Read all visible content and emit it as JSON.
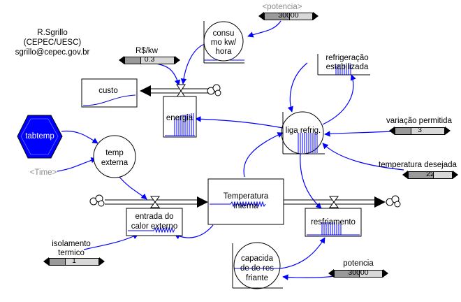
{
  "author": {
    "name": "R.Sgrillo",
    "org": "(CEPEC/UESC)",
    "email": "sgrillo@cepec.gov.br"
  },
  "stocks": {
    "custo": "custo",
    "energia": "energia",
    "temperatura_line1": "Temperatura",
    "temperatura_line2": "interna",
    "refrigeracao_line1": "refrigeração",
    "refrigeracao_line2": "estabilizada",
    "liga_refrig": "liga refrig.",
    "entrada_line1": "entrada do",
    "entrada_line2": "calor externo",
    "resfriamento": "resfriamento"
  },
  "auxiliaries": {
    "consumo_line1": "consu",
    "consumo_line2": "mo kw/",
    "consumo_line3": "hora",
    "temp_externa_line1": "temp",
    "temp_externa_line2": "externa",
    "capacidade_line1": "capacida",
    "capacidade_line2": "de de res",
    "capacidade_line3": "friante",
    "tabtemp": "tabtemp",
    "time_shadow": "<Time>",
    "potencia_shadow": "<potencia>"
  },
  "sliders": {
    "potencia_top": {
      "value": "30000",
      "level": 0.5
    },
    "rs_kw": {
      "label": "R$/kw",
      "value": "0.3",
      "level": 0.3
    },
    "variacao": {
      "label": "variação permitida",
      "value": "3",
      "level": 0.3
    },
    "temp_desejada": {
      "label": "temperatura desejada",
      "value": "22",
      "level": 0.55
    },
    "isolamento": {
      "label_line1": "isolamento",
      "label_line2": "termico",
      "value": "1",
      "level": 0.3
    },
    "potencia_bottom": {
      "label": "potencia",
      "value": "30000",
      "level": 0.5
    }
  },
  "colors": {
    "link": "#0000ff",
    "flow": "#000000",
    "hexagon": "#0000ff",
    "graph": "#0000cc"
  }
}
